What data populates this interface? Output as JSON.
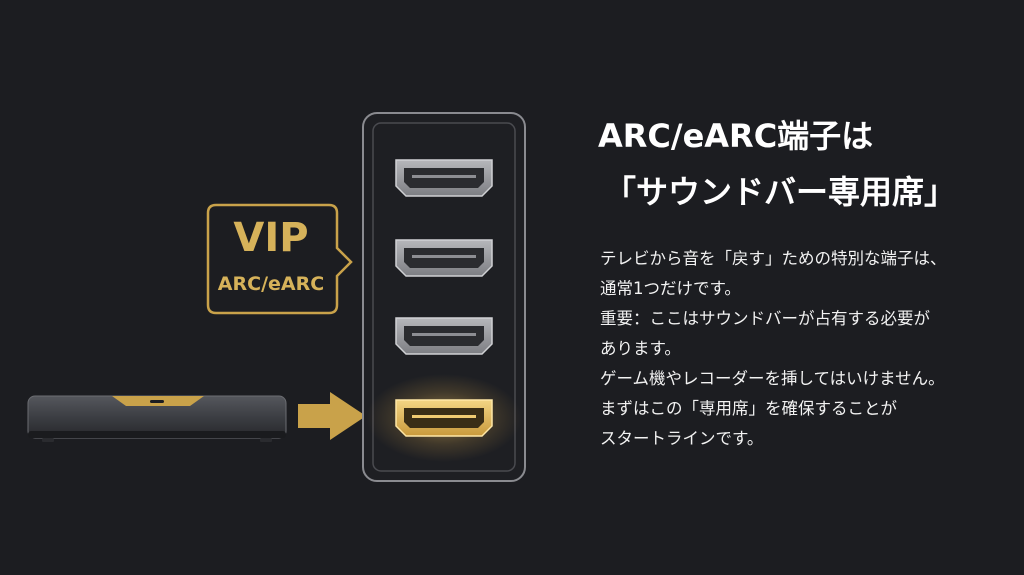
{
  "vip_badge": {
    "title": "VIP",
    "subtitle": "ARC/eARC"
  },
  "heading": {
    "line1": "ARC/eARC端子は",
    "line2": "「サウンドバー専用席」"
  },
  "description": {
    "lines": [
      "テレビから音を「戻す」ための特別な端子は、",
      "通常1つだけです。",
      "重要：ここはサウンドバーが占有する必要が",
      "あります。",
      "ゲーム機やレコーダーを挿してはいけません。",
      "まずはこの「専用席」を確保することが",
      "スタートラインです。"
    ]
  },
  "colors": {
    "background": "#1c1d21",
    "gold": "#d6b25a",
    "port_gray": "#9a9ba0",
    "text": "#ffffff"
  },
  "ports": {
    "count": 4,
    "highlighted_index": 3
  }
}
